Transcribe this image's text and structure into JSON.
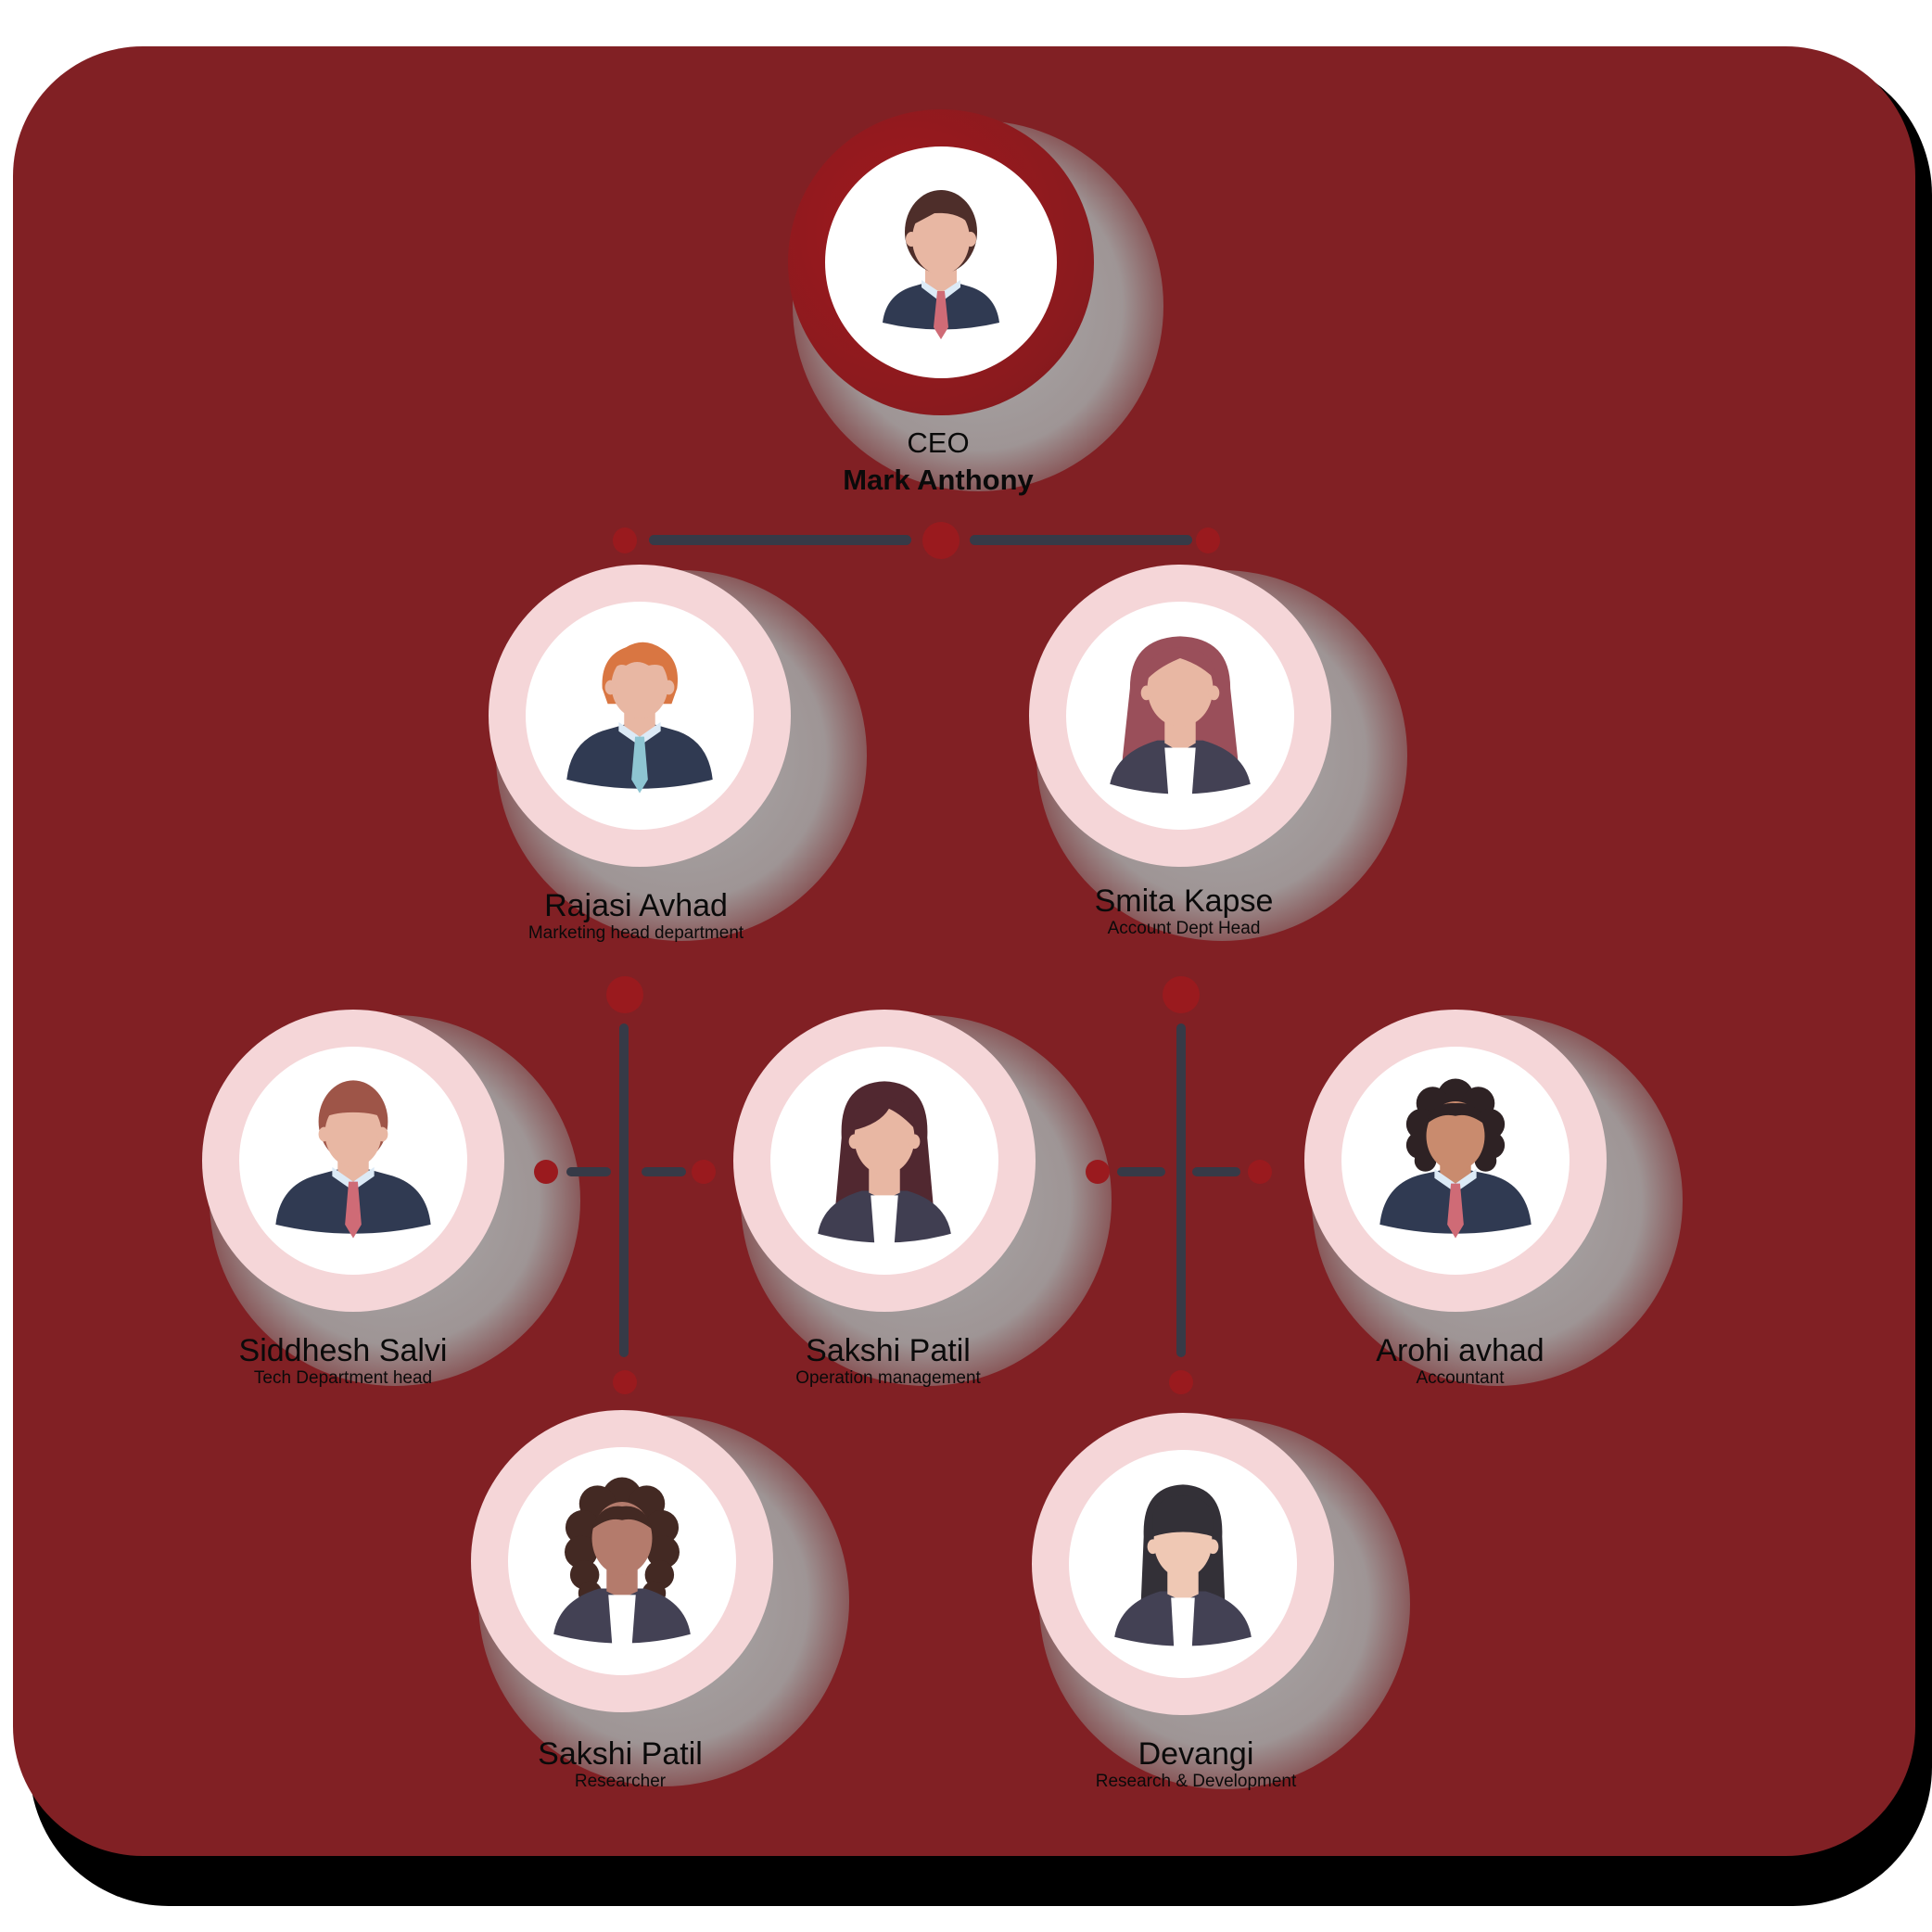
{
  "colors": {
    "background": "#812024",
    "ring": "#f5d6d8",
    "ceo_ring": "#9a1a1e",
    "connector": "#363a47",
    "dot": "#9a1a1e",
    "text": "#0a0a0a"
  },
  "ceo": {
    "title": "CEO",
    "name": "Mark Anthony",
    "avatar": "male-avatar-brown-hair-red-tie"
  },
  "level2": [
    {
      "name": "Rajasi Avhad",
      "role": "Marketing head department",
      "avatar": "male-avatar-orange-hair-blue-tie"
    },
    {
      "name": "Smita Kapse",
      "role": "Account Dept Head",
      "avatar": "female-avatar-mauve-hair"
    }
  ],
  "level3": [
    {
      "name": "Siddhesh Salvi",
      "role": "Tech Department head",
      "avatar": "male-avatar-auburn-hair-red-tie"
    },
    {
      "name": "Sakshi Patil",
      "role": "Operation management",
      "avatar": "female-avatar-long-dark-hair"
    },
    {
      "name": "Arohi avhad",
      "role": "Accountant",
      "avatar": "male-avatar-curly-hair-red-tie"
    }
  ],
  "level4": [
    {
      "name": "Sakshi Patil",
      "role": "Researcher",
      "avatar": "female-avatar-curly-hair"
    },
    {
      "name": "Devangi",
      "role": "Research & Development",
      "avatar": "female-avatar-black-hair-bangs"
    }
  ]
}
